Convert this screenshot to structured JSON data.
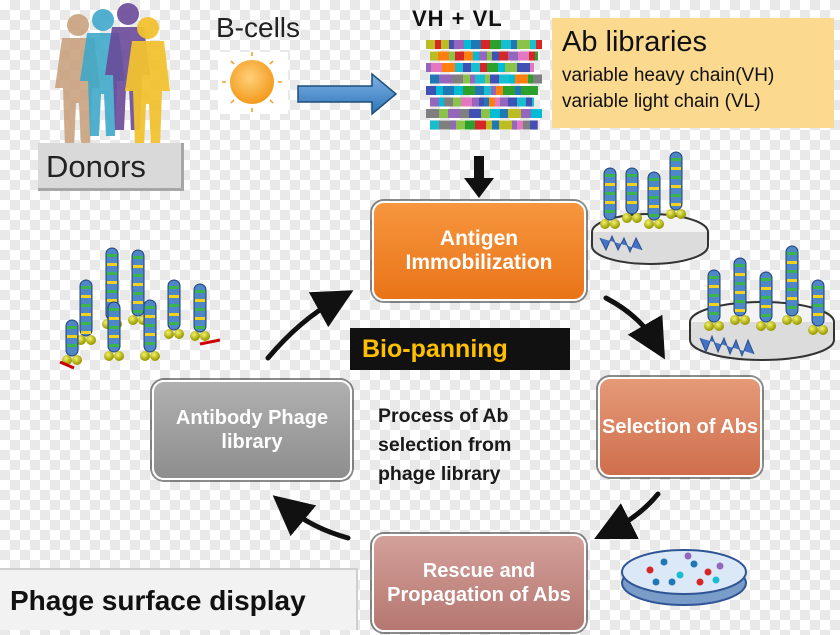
{
  "labels": {
    "donors": "Donors",
    "b_cells": "B-cells",
    "vh_vl": "VH + VL"
  },
  "ab_libraries": {
    "title": "Ab libraries",
    "lines": [
      "variable heavy chain(VH)",
      "variable light chain (VL)"
    ]
  },
  "cycle": {
    "antigen": "Antigen Immobilization",
    "selection": "Selection of Abs",
    "rescue": "Rescue and Propagation  of Abs",
    "antibody": "Antibody Phage library"
  },
  "center": {
    "bio_panning": "Bio-panning",
    "process_lines": [
      "Process of Ab",
      "selection from",
      "phage library"
    ]
  },
  "footer": {
    "phage_surface_display": "Phage surface display"
  },
  "colors": {
    "antigen": "#ea7418",
    "selection": "#cf6e4c",
    "rescue": "#b57771",
    "antibody": "#8e8e8e",
    "ab_libraries_bg": "#fbd98e",
    "bio_panning_text": "#ffc000",
    "arrow_blue": "#2e75b6"
  }
}
